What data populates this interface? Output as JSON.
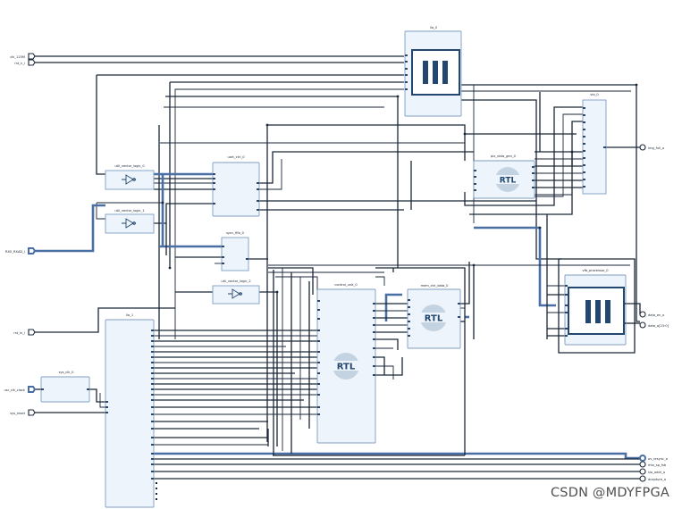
{
  "ports_left": {
    "p1": "clk_125M",
    "p2": "rst_n_i",
    "p3": "RX0_RXAD_i",
    "p4": "rst_in_i",
    "p5": "usr_clk_clock",
    "p6": "sys_reset"
  },
  "ports_right": {
    "p1": "img_full_o",
    "p2": "data_en_o",
    "p3": "data_o[23:0]",
    "p4": "ov_resync_o",
    "p5": "mtx_sp_fsb",
    "p6": "sio_addr_o",
    "p7": "dcapture_o"
  },
  "blocks": {
    "ila": "ila_0",
    "ila2": "ila_1",
    "vio": "vio_0",
    "util_logic_1": "util_vector_logic_0",
    "util_logic_2": "util_vector_logic_1",
    "util_logic_3": "util_vector_logic_2",
    "uart_ctrl": "uart_ctrl_0",
    "sync_fifo": "sync_fifo_0",
    "pixel_gen": "pix_data_gen_0",
    "control_unit": "control_unit_0",
    "mem_ctrl": "mem_ctrl_data_0",
    "vfb_proc": "vfb_processor_0",
    "sys_clock": "sys_clk_0"
  },
  "rtl_label": "RTL",
  "watermark": "CSDN @MDYFPGA"
}
